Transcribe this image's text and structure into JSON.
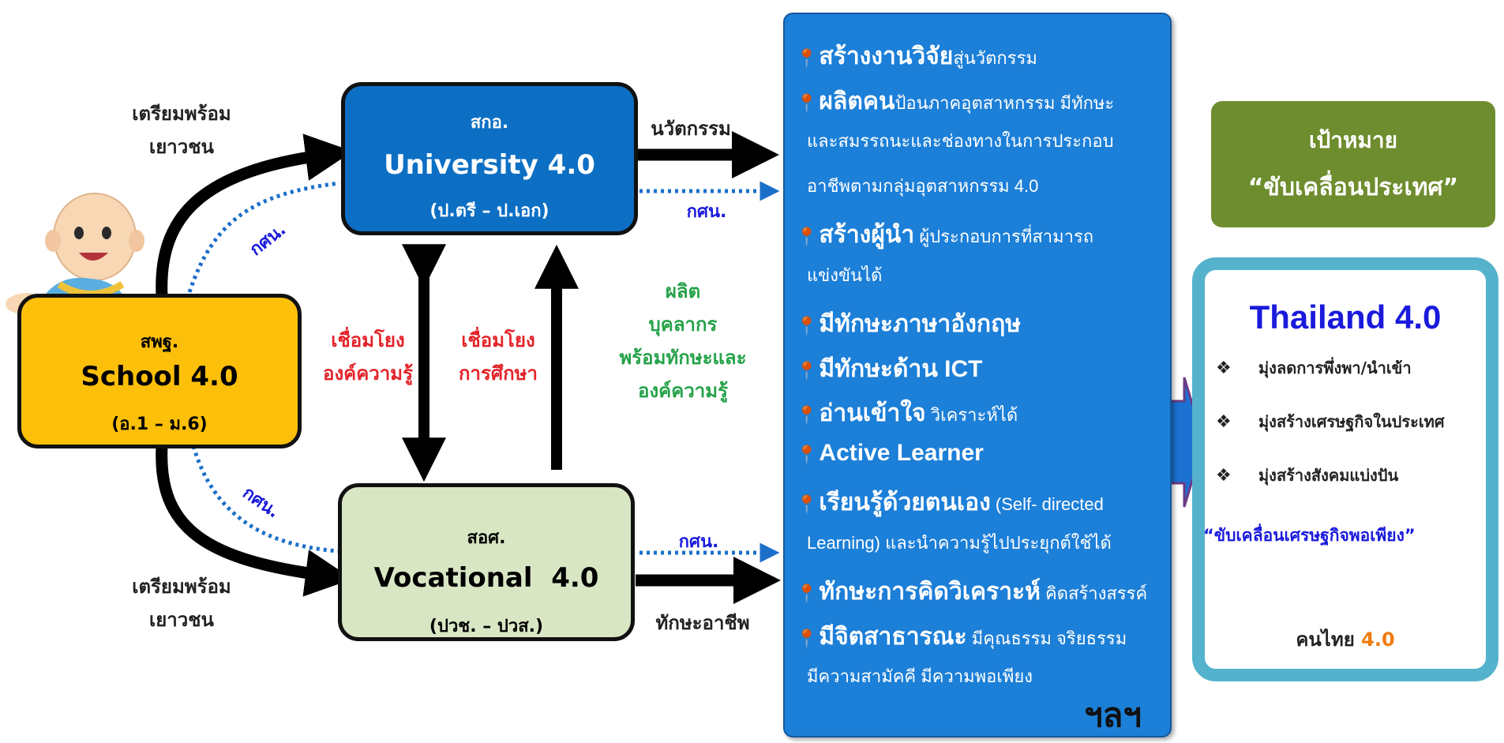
{
  "colors": {
    "school": "#fcbf0a",
    "university": "#0d6fc4",
    "vocational": "#d9e6c4",
    "panel": "#1c7fd8",
    "goal": "#6e8d2e",
    "thailand_border": "#54b2cc",
    "red_text": "#e3232a",
    "green_text": "#25a248",
    "blue_text": "#1a1adc",
    "orange_text": "#f07c11"
  },
  "school": {
    "agency": "สพฐ.",
    "title": "School 4.0",
    "range": "(อ.1 – ม.6)"
  },
  "university": {
    "agency": "สกอ.",
    "title": "University 4.0",
    "range": "(ป.ตรี – ป.เอก)"
  },
  "vocational": {
    "agency": "สอศ.",
    "title": "Vocational  4.0",
    "range": "(ปวช. – ปวส.)"
  },
  "labels": {
    "prepare_top_1": "เตรียมพร้อม",
    "prepare_top_2": "เยาวชน",
    "prepare_bottom_1": "เตรียมพร้อม",
    "prepare_bottom_2": "เยาวชน",
    "link_knowledge_1": "เชื่อมโยง",
    "link_knowledge_2": "องค์ความรู้",
    "link_education_1": "เชื่อมโยง",
    "link_education_2": "การศึกษา",
    "produce_1": "ผลิต",
    "produce_2": "บุคลากร",
    "produce_3": "พร้อมทักษะและ",
    "produce_4": "องค์ความรู้",
    "innovation": "นวัตกรรม",
    "career_skills": "ทักษะอาชีพ",
    "nfe_univ_left": "กศน.",
    "nfe_univ_right": "กศน.",
    "nfe_voc_left": "กศน.",
    "nfe_voc_right": "กศน."
  },
  "panel": {
    "items": [
      {
        "bold": "สร้างงานวิจัย",
        "text": "สู่นวัตกรรม"
      },
      {
        "bold": "ผลิตคน",
        "text": "ป้อนภาคอุตสาหกรรม มีทักษะ"
      },
      {
        "bold": "",
        "text": "และสมรรถนะและช่องทางในการประกอบ"
      },
      {
        "bold": "",
        "text": "อาชีพตามกลุ่มอุตสาหกรรม 4.0"
      },
      {
        "bold": "สร้างผู้นำ",
        "text": " ผู้ประกอบการที่สามารถ"
      },
      {
        "bold": "",
        "text": "แข่งขันได้"
      },
      {
        "bold": "มีทักษะภาษาอังกฤษ",
        "text": ""
      },
      {
        "bold": "มีทักษะด้าน ICT",
        "text": ""
      },
      {
        "bold": "อ่านเข้าใจ",
        "text": " วิเคราะห์ได้"
      },
      {
        "bold": "Active Learner",
        "text": ""
      },
      {
        "bold": "เรียนรู้ด้วยตนเอง",
        "text": " (Self- directed"
      },
      {
        "bold": "",
        "text": "Learning) และนำความรู้ไปประยุกต์ใช้ได้"
      },
      {
        "bold": "ทักษะการคิดวิเคราะห์",
        "text": " คิดสร้างสรรค์"
      },
      {
        "bold": "มีจิตสาธารณะ",
        "text": " มีคุณธรรม จริยธรรม"
      },
      {
        "bold": "",
        "text": "มีความสามัคคี มีความพอเพียง"
      }
    ],
    "etc": "ฯลฯ"
  },
  "goal": {
    "line1": "เป้าหมาย",
    "line2": "“ขับเคลื่อนประเทศ”"
  },
  "thailand": {
    "title": "Thailand 4.0",
    "bullets": [
      "มุ่งลดการพึ่งพา/นำเข้า",
      "มุ่งสร้างเศรษฐกิจในประเทศ",
      "มุ่งสร้างสังคมแบ่งปัน"
    ],
    "slogan": "“ขับเคลื่อนเศรษฐกิจพอเพียง”",
    "people_prefix": "คนไทย",
    "people_version": "4.0"
  }
}
